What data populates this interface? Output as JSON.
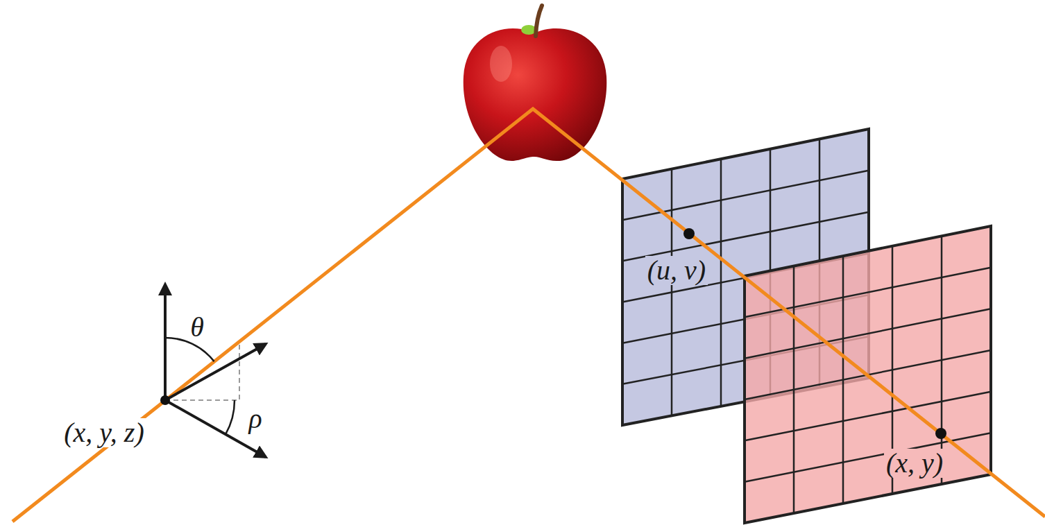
{
  "diagram": {
    "labels": [
      "θ",
      "ρ",
      "(x, y, z)",
      "(u, v)",
      "(x, y)"
    ]
  }
}
